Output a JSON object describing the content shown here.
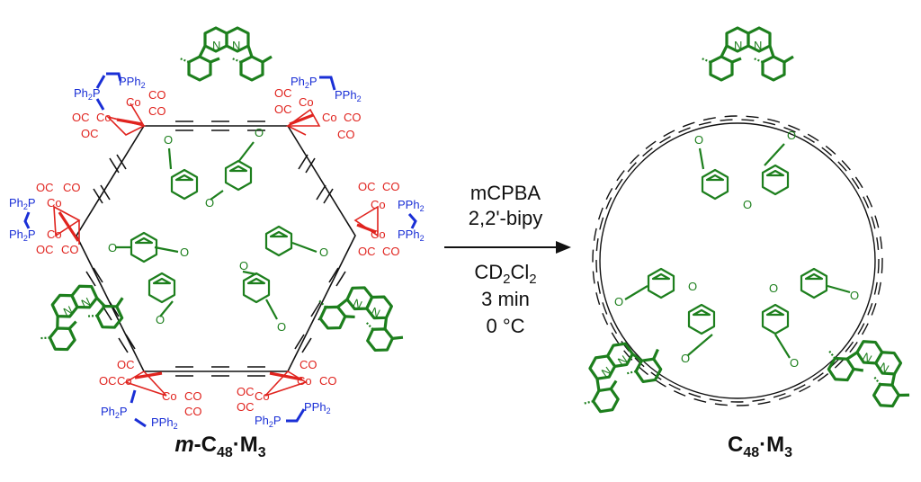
{
  "scheme": {
    "type": "reaction-scheme",
    "reactant": {
      "label_prefix": "m",
      "label_dash": "-C",
      "label_sub1": "48",
      "label_dot": "·M",
      "label_sub2": "3",
      "full_label": "m-C48·M3",
      "description": "Hexagonal cobalt-masked polyyne macrocycle threaded through three bipyridine macrocycles"
    },
    "conditions": {
      "above_arrow": [
        "mCPBA",
        "2,2'-bipy"
      ],
      "below_arrow": {
        "solvent_main": "CD",
        "solvent_sub1": "2",
        "solvent_cl": "Cl",
        "solvent_sub2": "2",
        "time": "3 min",
        "temperature": "0 °C"
      }
    },
    "product": {
      "label_c": "C",
      "label_sub1": "48",
      "label_dot": "·M",
      "label_sub2": "3",
      "full_label": "C48·M3",
      "description": "Cyclo[48]carbon catenane with three bipyridine macrocycles"
    },
    "atom_labels": {
      "cobalt": "Co",
      "carbonyl": "CO",
      "carbonyl_rev": "OC",
      "phosphine": "PPh",
      "phosphine_sub": "2",
      "phosphine_rev_pre": "Ph",
      "phosphine_rev_post": "P",
      "nitrogen": "N",
      "oxygen": "O"
    },
    "colors": {
      "cobalt_complex": "#e0231e",
      "phosphine_ligand": "#1a2fd6",
      "macrocycle": "#1d7f1d",
      "carbon_chain": "#111111"
    }
  }
}
